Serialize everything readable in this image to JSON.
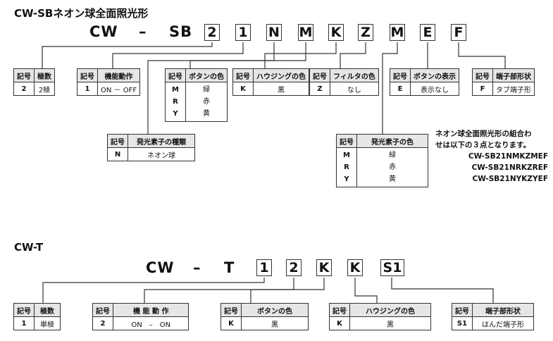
{
  "sb": {
    "title": "CW-SBネオン球全面照光形",
    "prefix1": "CW",
    "dash": "–",
    "prefix2": "SB",
    "boxes": [
      "2",
      "1",
      "N",
      "M",
      "K",
      "Z",
      "M",
      "E",
      "F"
    ],
    "tables": {
      "poles": {
        "headers": [
          "記号",
          "極数"
        ],
        "rows": [
          [
            "2",
            "2極"
          ]
        ]
      },
      "function": {
        "headers": [
          "記号",
          "機能動作"
        ],
        "rows": [
          [
            "1",
            "ON － OFF"
          ]
        ]
      },
      "button_color": {
        "headers": [
          "記号",
          "ボタンの色"
        ],
        "keys": "M\nR\nY",
        "vals": "緑\n赤\n黄"
      },
      "housing_color": {
        "headers": [
          "記号",
          "ハウジングの色"
        ],
        "rows": [
          [
            "K",
            "黒"
          ]
        ]
      },
      "filter_color": {
        "headers": [
          "記号",
          "フィルタの色"
        ],
        "rows": [
          [
            "Z",
            "なし"
          ]
        ]
      },
      "button_display": {
        "headers": [
          "記号",
          "ボタンの表示"
        ],
        "rows": [
          [
            "E",
            "表示なし"
          ]
        ]
      },
      "terminal": {
        "headers": [
          "記号",
          "端子部形状"
        ],
        "rows": [
          [
            "F",
            "タブ端子形"
          ]
        ]
      },
      "lamp_type": {
        "headers": [
          "記号",
          "発光素子の種類"
        ],
        "rows": [
          [
            "N",
            "ネオン球"
          ]
        ]
      },
      "lamp_color": {
        "headers": [
          "記号",
          "発光素子の色"
        ],
        "keys": "M\nR\nY",
        "vals": "緑\n赤\n黄"
      }
    },
    "note": {
      "line1": "ネオン球全面照光形の組合わ",
      "line2": "せは以下の３点となります。",
      "examples": [
        "CW-SB21NMKZMEF",
        "CW-SB21NRKZREF",
        "CW-SB21NYKZYEF"
      ]
    }
  },
  "t": {
    "title": "CW-T",
    "prefix1": "CW",
    "dash": "–",
    "prefix2": "T",
    "boxes": [
      "1",
      "2",
      "K",
      "K",
      "S1"
    ],
    "tables": {
      "poles": {
        "headers": [
          "記号",
          "極数"
        ],
        "rows": [
          [
            "1",
            "単極"
          ]
        ]
      },
      "function": {
        "headers": [
          "記号",
          "機 能 動 作"
        ],
        "rows": [
          [
            "2",
            "ON　–　ON"
          ]
        ]
      },
      "button_color": {
        "headers": [
          "記号",
          "ボタンの色"
        ],
        "rows": [
          [
            "K",
            "黒"
          ]
        ]
      },
      "housing_color": {
        "headers": [
          "記号",
          "ハウジングの色"
        ],
        "rows": [
          [
            "K",
            "黒"
          ]
        ]
      },
      "terminal": {
        "headers": [
          "記号",
          "端子部形状"
        ],
        "rows": [
          [
            "S1",
            "はんだ端子形"
          ]
        ]
      }
    }
  }
}
